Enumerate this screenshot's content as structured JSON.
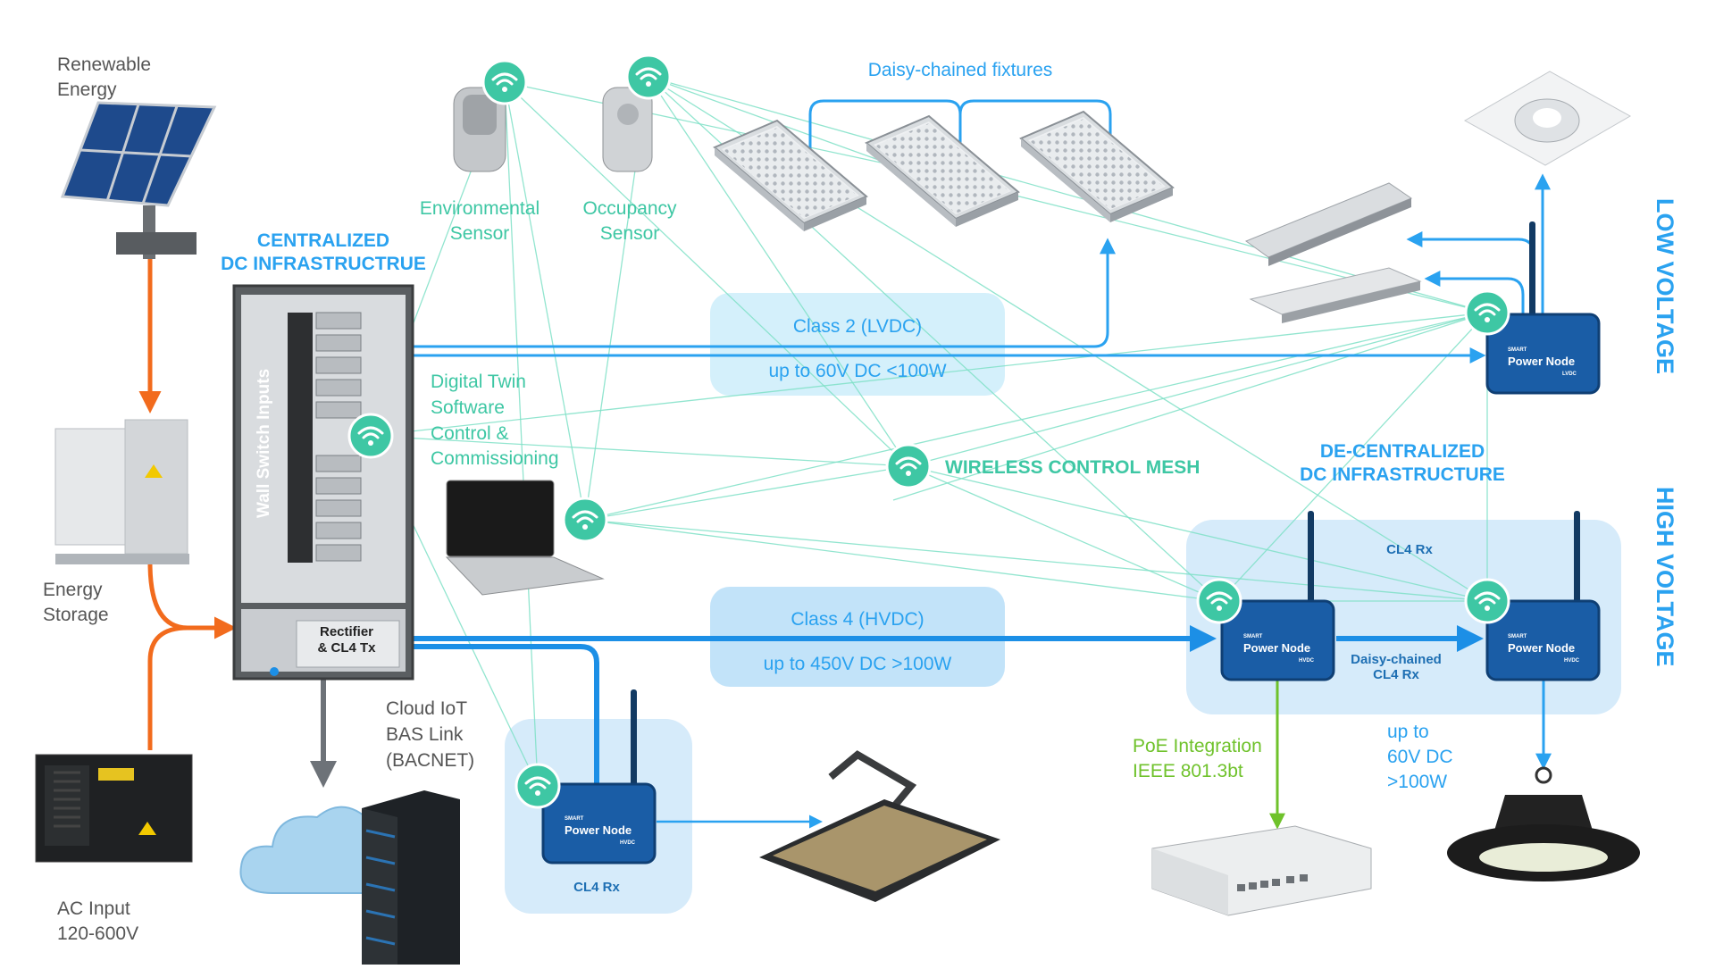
{
  "labels": {
    "renewable_1": "Renewable",
    "renewable_2": "Energy",
    "storage_1": "Energy",
    "storage_2": "Storage",
    "ac_1": "AC Input",
    "ac_2": "120-600V",
    "env_1": "Environmental",
    "env_2": "Sensor",
    "occ_1": "Occupancy",
    "occ_2": "Sensor",
    "daisy_fixtures": "Daisy-chained fixtures",
    "central_1": "CENTRALIZED",
    "central_2": "DC INFRASTRUCTRUE",
    "wall_switch": "Wall Switch Inputs",
    "rectifier_1": "Rectifier",
    "rectifier_2": "& CL4 Tx",
    "dt_1": "Digital Twin",
    "dt_2": "Software",
    "dt_3": "Control &",
    "dt_4": "Commissioning",
    "class2_1": "Class 2 (LVDC)",
    "class2_2": "up to 60V DC <100W",
    "class4_1": "Class 4 (HVDC)",
    "class4_2": "up to 450V DC >100W",
    "mesh": "WIRELESS CONTROL MESH",
    "decentral_1": "DE-CENTRALIZED",
    "decentral_2": "DC INFRASTRUCTURE",
    "low_voltage": "LOW VOLTAGE",
    "high_voltage": "HIGH VOLTAGE",
    "cl4rx_top": "CL4 Rx",
    "cl4rx_bottom": "CL4 Rx",
    "daisy_cl4_1": "Daisy-chained",
    "daisy_cl4_2": "CL4 Rx",
    "cloud_1": "Cloud IoT",
    "cloud_2": "BAS Link",
    "cloud_3": "(BACNET)",
    "poe_1": "PoE Integration",
    "poe_2": "IEEE 801.3bt",
    "upto_1": "up to",
    "upto_2": "60V DC",
    "upto_3": ">100W"
  },
  "nodes": {
    "smart": "SMART",
    "title": "Power Node",
    "lvdc": "LVDC",
    "hvdc": "HVDC"
  },
  "colors": {
    "orange": "#f26b1d",
    "blue": "#2aa2f0",
    "teal": "#3ec7a4",
    "green": "#6fc22b",
    "node_blue": "#1a5da6",
    "gray_arrow": "#6d7278"
  },
  "icons": [
    "wifi-icon",
    "solar-panel-icon",
    "energy-storage-icon",
    "generator-icon",
    "cloud-icon",
    "server-rack-icon",
    "laptop-icon",
    "led-panel-icon",
    "downlight-icon",
    "linear-light-icon",
    "high-bay-light-icon",
    "flood-light-icon",
    "network-switch-icon",
    "environmental-sensor-icon",
    "occupancy-sensor-icon",
    "electrical-panel-icon"
  ]
}
